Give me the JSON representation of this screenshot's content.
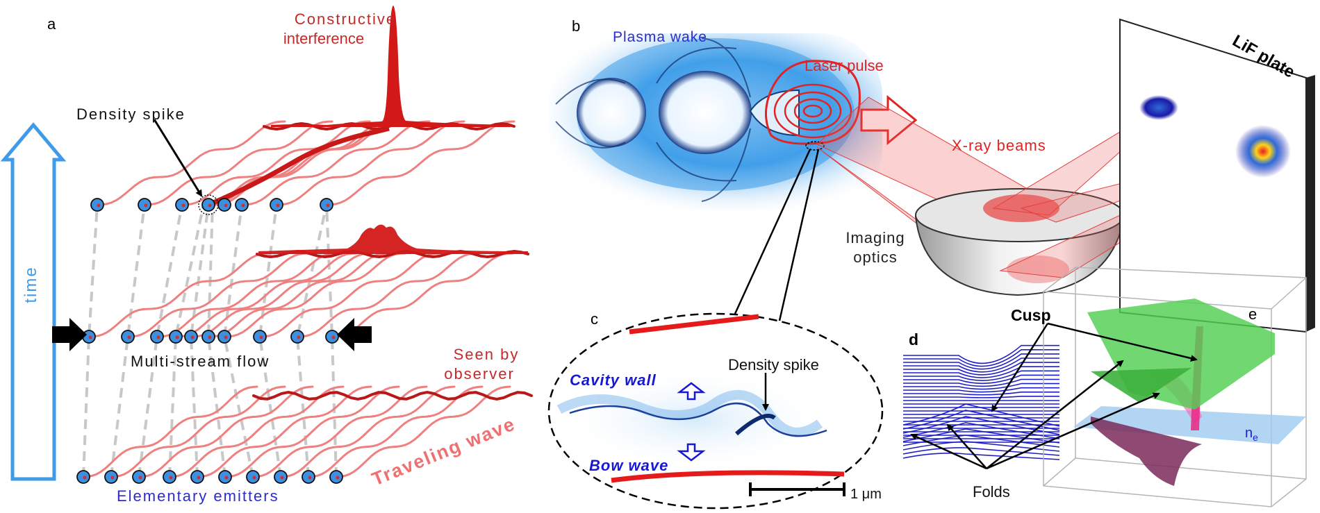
{
  "panels": {
    "a": {
      "letter": "a",
      "time_label": "time",
      "constructive_1": "Constructive",
      "constructive_2": "interference",
      "density_spike": "Density spike",
      "multi_stream": "Multi-stream flow",
      "seen_1": "Seen by",
      "seen_2": "observer",
      "traveling_wave": "Traveling wave",
      "emitters": "Elementary emitters"
    },
    "b": {
      "letter": "b",
      "plasma_wake": "Plasma wake",
      "laser_pulse": "Laser pulse",
      "xray_beams": "X-ray beams",
      "imaging_1": "Imaging",
      "imaging_2": "optics",
      "lif_plate": "LiF plate"
    },
    "c": {
      "letter": "c",
      "cavity_wall": "Cavity wall",
      "bow_wave": "Bow wave",
      "density_spike": "Density spike",
      "scale": "1 μm"
    },
    "d": {
      "letter": "d"
    },
    "e": {
      "letter": "e",
      "cusp": "Cusp",
      "folds": "Folds",
      "ne": "n",
      "ne_sub": "e"
    }
  },
  "colors": {
    "time_arrow": "#3d9be9",
    "wave_red": "#c41c1c",
    "wave_pink": "#ee8080",
    "emitter_blue": "#3d8fe0",
    "text_blue": "#2b2bd1",
    "text_red": "#c62828",
    "surface_green": "#5fd85f",
    "plane_blue": "#9fcaf0"
  }
}
